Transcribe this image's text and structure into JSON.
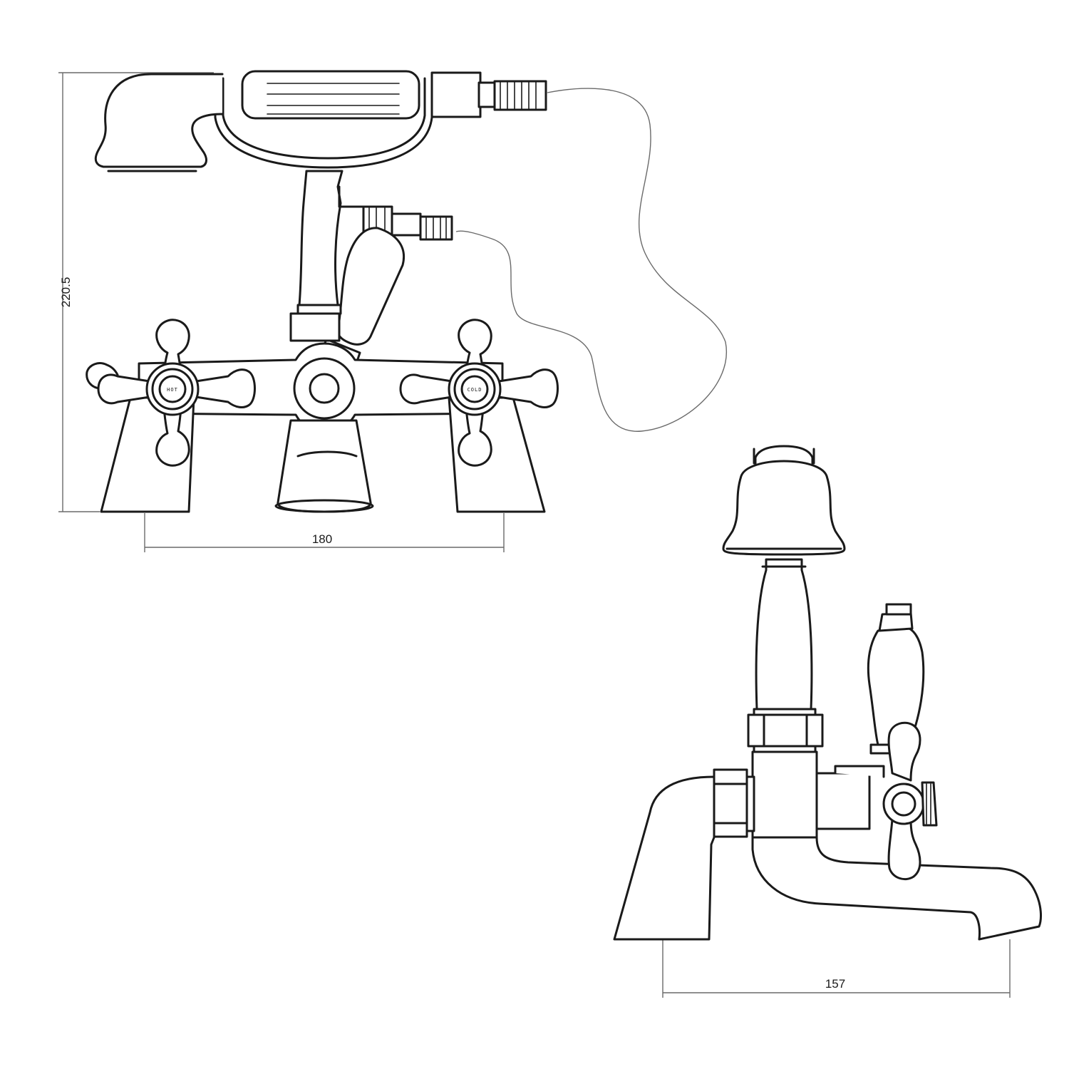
{
  "dimensions": {
    "height": "220.5",
    "width_front": "180",
    "depth_side": "157"
  },
  "handle_labels": {
    "hot": "HOT",
    "cold": "COLD"
  }
}
